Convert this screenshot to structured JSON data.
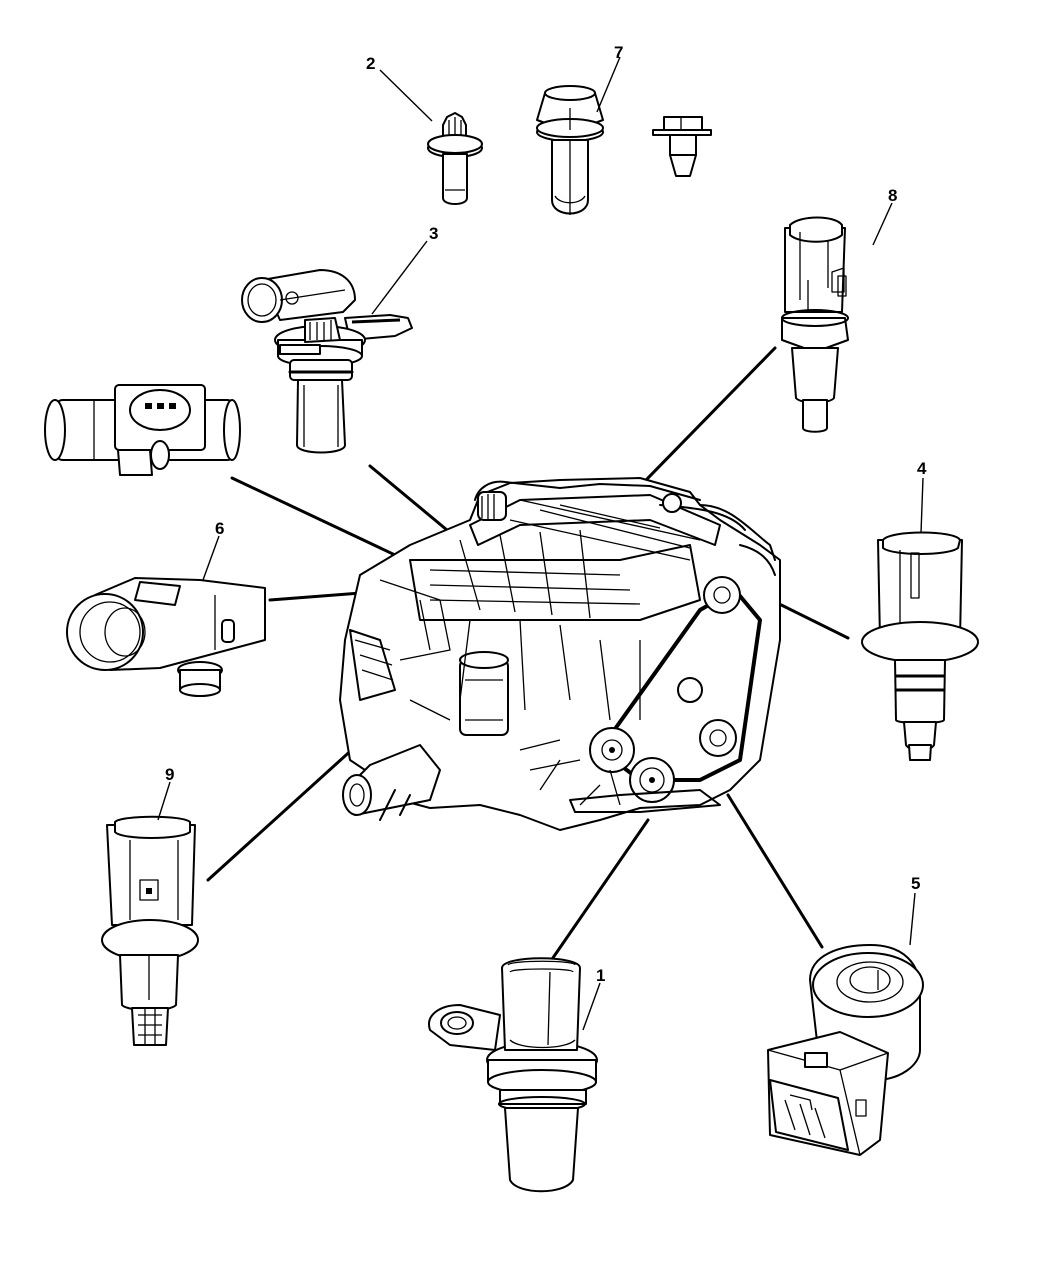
{
  "diagram": {
    "type": "exploded-parts-illustration",
    "subject": "engine sensors",
    "line_color": "#000000",
    "background": "#ffffff",
    "callouts": [
      {
        "id": "1",
        "label": "1",
        "part": "crankshaft-position-sensor"
      },
      {
        "id": "2",
        "label": "2",
        "part": "torx-bolt"
      },
      {
        "id": "3",
        "label": "3",
        "part": "camshaft-position-sensor"
      },
      {
        "id": "4",
        "label": "4",
        "part": "temperature-sensor"
      },
      {
        "id": "5",
        "label": "5",
        "part": "knock-sensor"
      },
      {
        "id": "6",
        "label": "6",
        "part": "map-sensor"
      },
      {
        "id": "7",
        "label": "7",
        "part": "hex-bolt"
      },
      {
        "id": "8",
        "label": "8",
        "part": "oil-pressure-sensor"
      },
      {
        "id": "9",
        "label": "9",
        "part": "coolant-temperature-sensor"
      }
    ],
    "unlabeled_parts": [
      "push-pin-fastener",
      "mass-air-flow-sensor",
      "engine-assembly"
    ]
  }
}
